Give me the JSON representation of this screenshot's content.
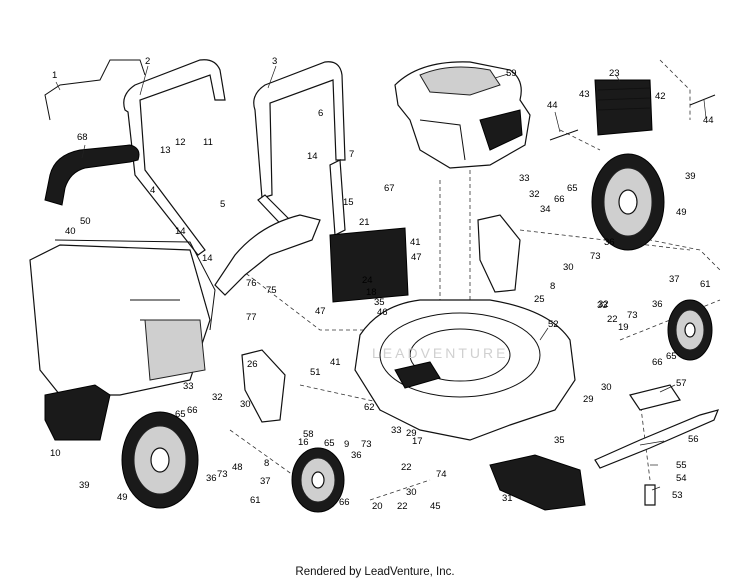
{
  "footer": "Rendered by LeadVenture, Inc.",
  "watermark": "LEADVENTURE",
  "callouts": [
    "1",
    "2",
    "3",
    "4",
    "5",
    "6",
    "7",
    "8",
    "8",
    "9",
    "10",
    "11",
    "12",
    "13",
    "14",
    "14",
    "14",
    "15",
    "16",
    "17",
    "18",
    "19",
    "20",
    "21",
    "22",
    "22",
    "22",
    "23",
    "24",
    "25",
    "26",
    "29",
    "29",
    "30",
    "30",
    "30",
    "30",
    "31",
    "32",
    "32",
    "32",
    "33",
    "33",
    "33",
    "33",
    "34",
    "35",
    "35",
    "36",
    "36",
    "36",
    "36",
    "37",
    "37",
    "39",
    "39",
    "40",
    "41",
    "41",
    "42",
    "43",
    "44",
    "44",
    "45",
    "46",
    "47",
    "47",
    "48",
    "49",
    "49",
    "50",
    "51",
    "52",
    "53",
    "54",
    "55",
    "56",
    "57",
    "58",
    "59",
    "61",
    "61",
    "62",
    "65",
    "65",
    "65",
    "65",
    "66",
    "66",
    "66",
    "66",
    "67",
    "68",
    "73",
    "73",
    "73",
    "73",
    "74",
    "75",
    "76",
    "77"
  ]
}
